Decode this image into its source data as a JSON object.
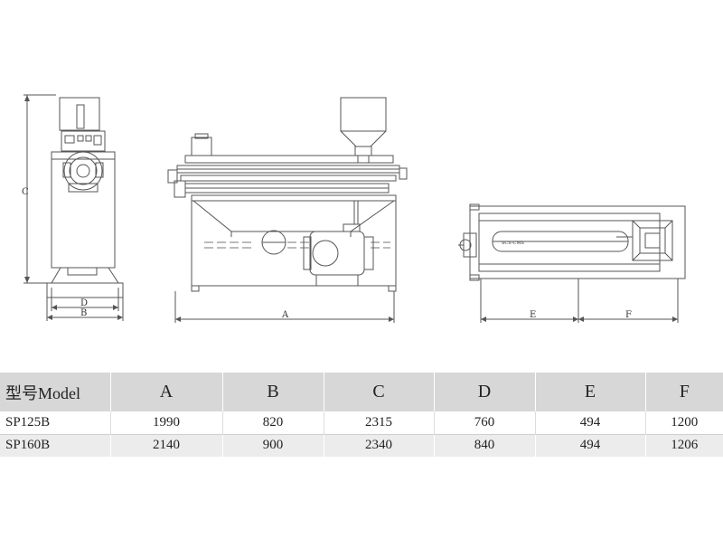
{
  "drawing": {
    "dimension_labels": {
      "A": "A",
      "B": "B",
      "C": "C",
      "D": "D",
      "E": "E",
      "F": "F"
    },
    "line_color": "#555555",
    "panel_text": "SCS-CMS"
  },
  "table": {
    "header": [
      "型号Model",
      "A",
      "B",
      "C",
      "D",
      "E",
      "F"
    ],
    "rows": [
      [
        "SP125B",
        "1990",
        "820",
        "2315",
        "760",
        "494",
        "1200"
      ],
      [
        "SP160B",
        "2140",
        "900",
        "2340",
        "840",
        "494",
        "1206"
      ]
    ],
    "header_bg": "#d7d7d7",
    "alt_row_bg": "#ececec"
  }
}
